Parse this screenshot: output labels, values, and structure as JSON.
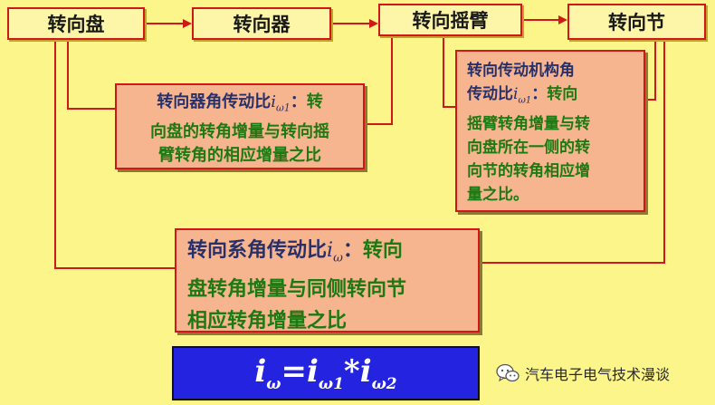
{
  "top_boxes": {
    "steering_wheel": "转向盘",
    "steering_gear": "转向器",
    "pitman_arm": "转向摇臂",
    "knuckle": "转向节"
  },
  "gear_ratio": {
    "label": "转向器角传动比",
    "symbol": "i",
    "subscript": "ω1",
    "colon": "：",
    "text1": "转",
    "text2": "向盘的转角增量与转向摇",
    "text3": "臂转角的相应增量之比"
  },
  "linkage_ratio": {
    "label1": "转向传动机构角",
    "label2": "传动比",
    "symbol": "i",
    "subscript": "ω1",
    "colon": "：",
    "text1": "转向",
    "text2": "摇臂转角增量与转",
    "text3": "向盘所在一侧的转",
    "text4": "向节的转角相应增",
    "text5": "量之比。"
  },
  "system_ratio": {
    "label": "转向系角传动比",
    "symbol": "i",
    "subscript": "ω",
    "colon": "：",
    "text1": "转向",
    "text2": "盘转角增量与同侧转向节",
    "text3": "相应转角增量之比"
  },
  "formula": {
    "lhs": "i",
    "lhs_sub": "ω",
    "eq": "=",
    "a": "i",
    "a_sub": "ω1",
    "op": "*",
    "b": "i",
    "b_sub": "ω2"
  },
  "watermark": {
    "icon": "wechat-icon",
    "text": "汽车电子电气技术漫谈"
  },
  "colors": {
    "background": "#fcf58a",
    "border": "#d01818",
    "box_fill": "#f6b48f",
    "formula_fill": "#2424e0",
    "text_dark": "#28306a",
    "text_green": "#1d7a12"
  }
}
